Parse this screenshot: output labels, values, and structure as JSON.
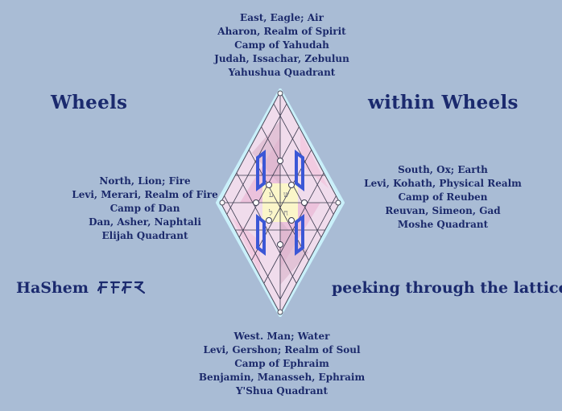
{
  "title": {
    "left": "Wheels",
    "right": "within Wheels"
  },
  "caption": {
    "left": "HaShem",
    "left_glyph": "𐤄𐤅𐤄𐤉",
    "right": "peeking through the lattice"
  },
  "quadrants": {
    "top": [
      "East, Eagle; Air",
      "Aharon, Realm of Spirit",
      "Camp of Yahudah",
      "Judah, Issachar, Zebulun",
      "Yahushua Quadrant"
    ],
    "left": [
      "North, Lion; Fire",
      "Levi, Merari, Realm of Fire",
      "Camp of Dan",
      "Dan, Asher, Naphtali",
      "Elijah Quadrant"
    ],
    "right": [
      "South, Ox; Earth",
      "Levi, Kohath, Physical Realm",
      "Camp of Reuben",
      "Reuvan, Simeon, Gad",
      "Moshe Quadrant"
    ],
    "bottom": [
      "West. Man; Water",
      "Levi, Gershon; Realm of Soul",
      "Camp of Ephraim",
      "Benjamin, Manasseh, Ephraim",
      "Y'Shua Quadrant"
    ]
  },
  "colors": {
    "background": "#a9bcd5",
    "text": "#1c2a6b",
    "lattice_outline": "#c9f0fa",
    "pink": "#e9b6d6",
    "blue_frame": "#3b57d6"
  },
  "icons": [
    "lattice-diamond-icon",
    "hebrew-name-glyph"
  ]
}
